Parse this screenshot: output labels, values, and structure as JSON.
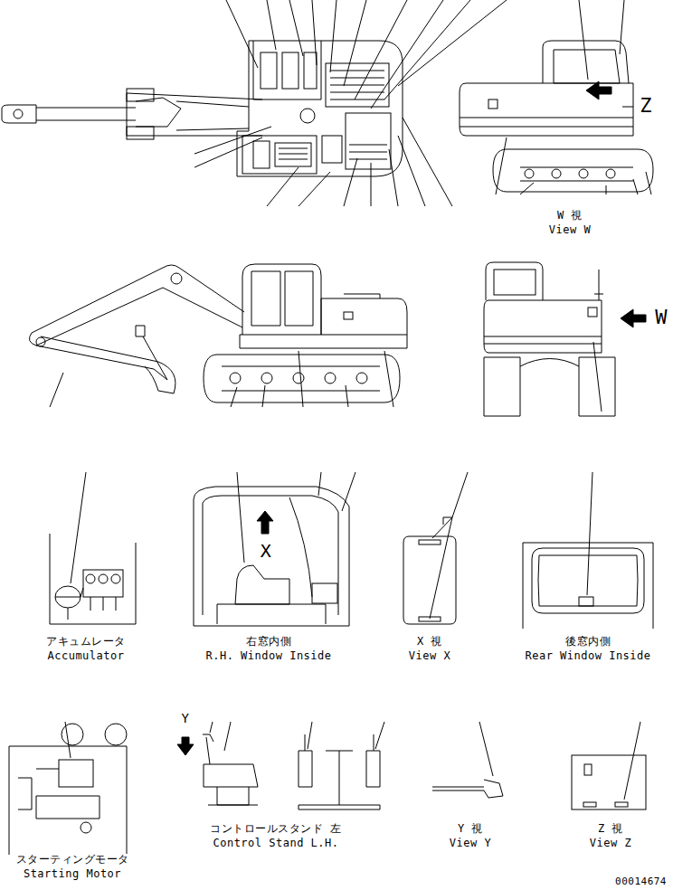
{
  "diagram": {
    "labels": [
      "W 視",
      "View W",
      "Z",
      "W",
      "X",
      "アキュムレータ",
      "Accumulator",
      "右窓内側",
      "R.H. Window Inside",
      "X 視",
      "View X",
      "後窓内側",
      "Rear Window Inside",
      "Y",
      "スターティングモータ",
      "Starting Motor",
      "コントロールスタンド 左",
      "Control Stand L.H.",
      "Y 視",
      "View Y",
      "Z 視",
      "View Z",
      "00014674"
    ]
  }
}
